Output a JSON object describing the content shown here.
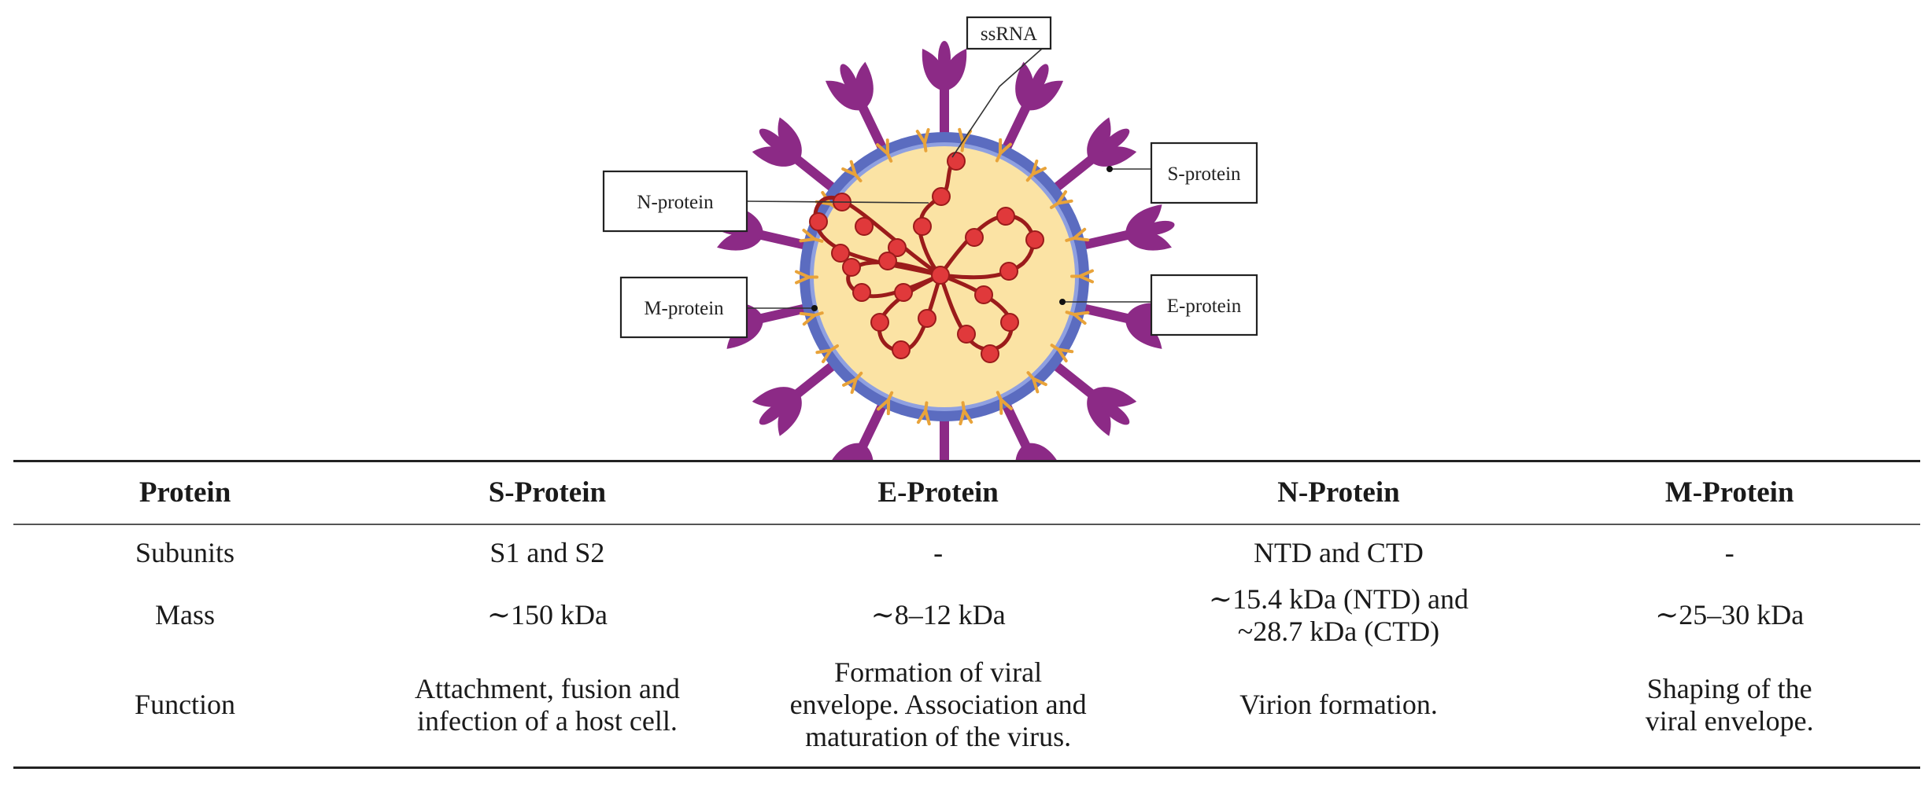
{
  "diagram": {
    "labels": {
      "ssrna": "ssRNA",
      "s_protein": "S-protein",
      "n_protein": "N-protein",
      "m_protein": "M-protein",
      "e_protein": "E-protein"
    },
    "colors": {
      "spike": "#8c2a86",
      "envelope": "#5b6cc0",
      "core": "#fbe3a4",
      "rna_strand": "#9b1b1b",
      "nucleocapsid": "#e0393b",
      "membrane_protein": "#e8a33a"
    }
  },
  "table": {
    "headers": [
      "Protein",
      "S-Protein",
      "E-Protein",
      "N-Protein",
      "M-Protein"
    ],
    "rows": [
      {
        "label": "Subunits",
        "s": "S1 and S2",
        "e": "-",
        "n": "NTD and CTD",
        "m": "-"
      },
      {
        "label": "Mass",
        "s": "∼150 kDa",
        "e": "∼8–12 kDa",
        "n": "∼15.4 kDa (NTD) and\n~28.7 kDa (CTD)",
        "m": "∼25–30 kDa"
      },
      {
        "label": "Function",
        "s": "Attachment, fusion and\ninfection of a host cell.",
        "e": "Formation of viral\nenvelope.  Association and\nmaturation of the virus.",
        "n": "Virion formation.",
        "m": "Shaping of the\nviral envelope."
      }
    ]
  }
}
